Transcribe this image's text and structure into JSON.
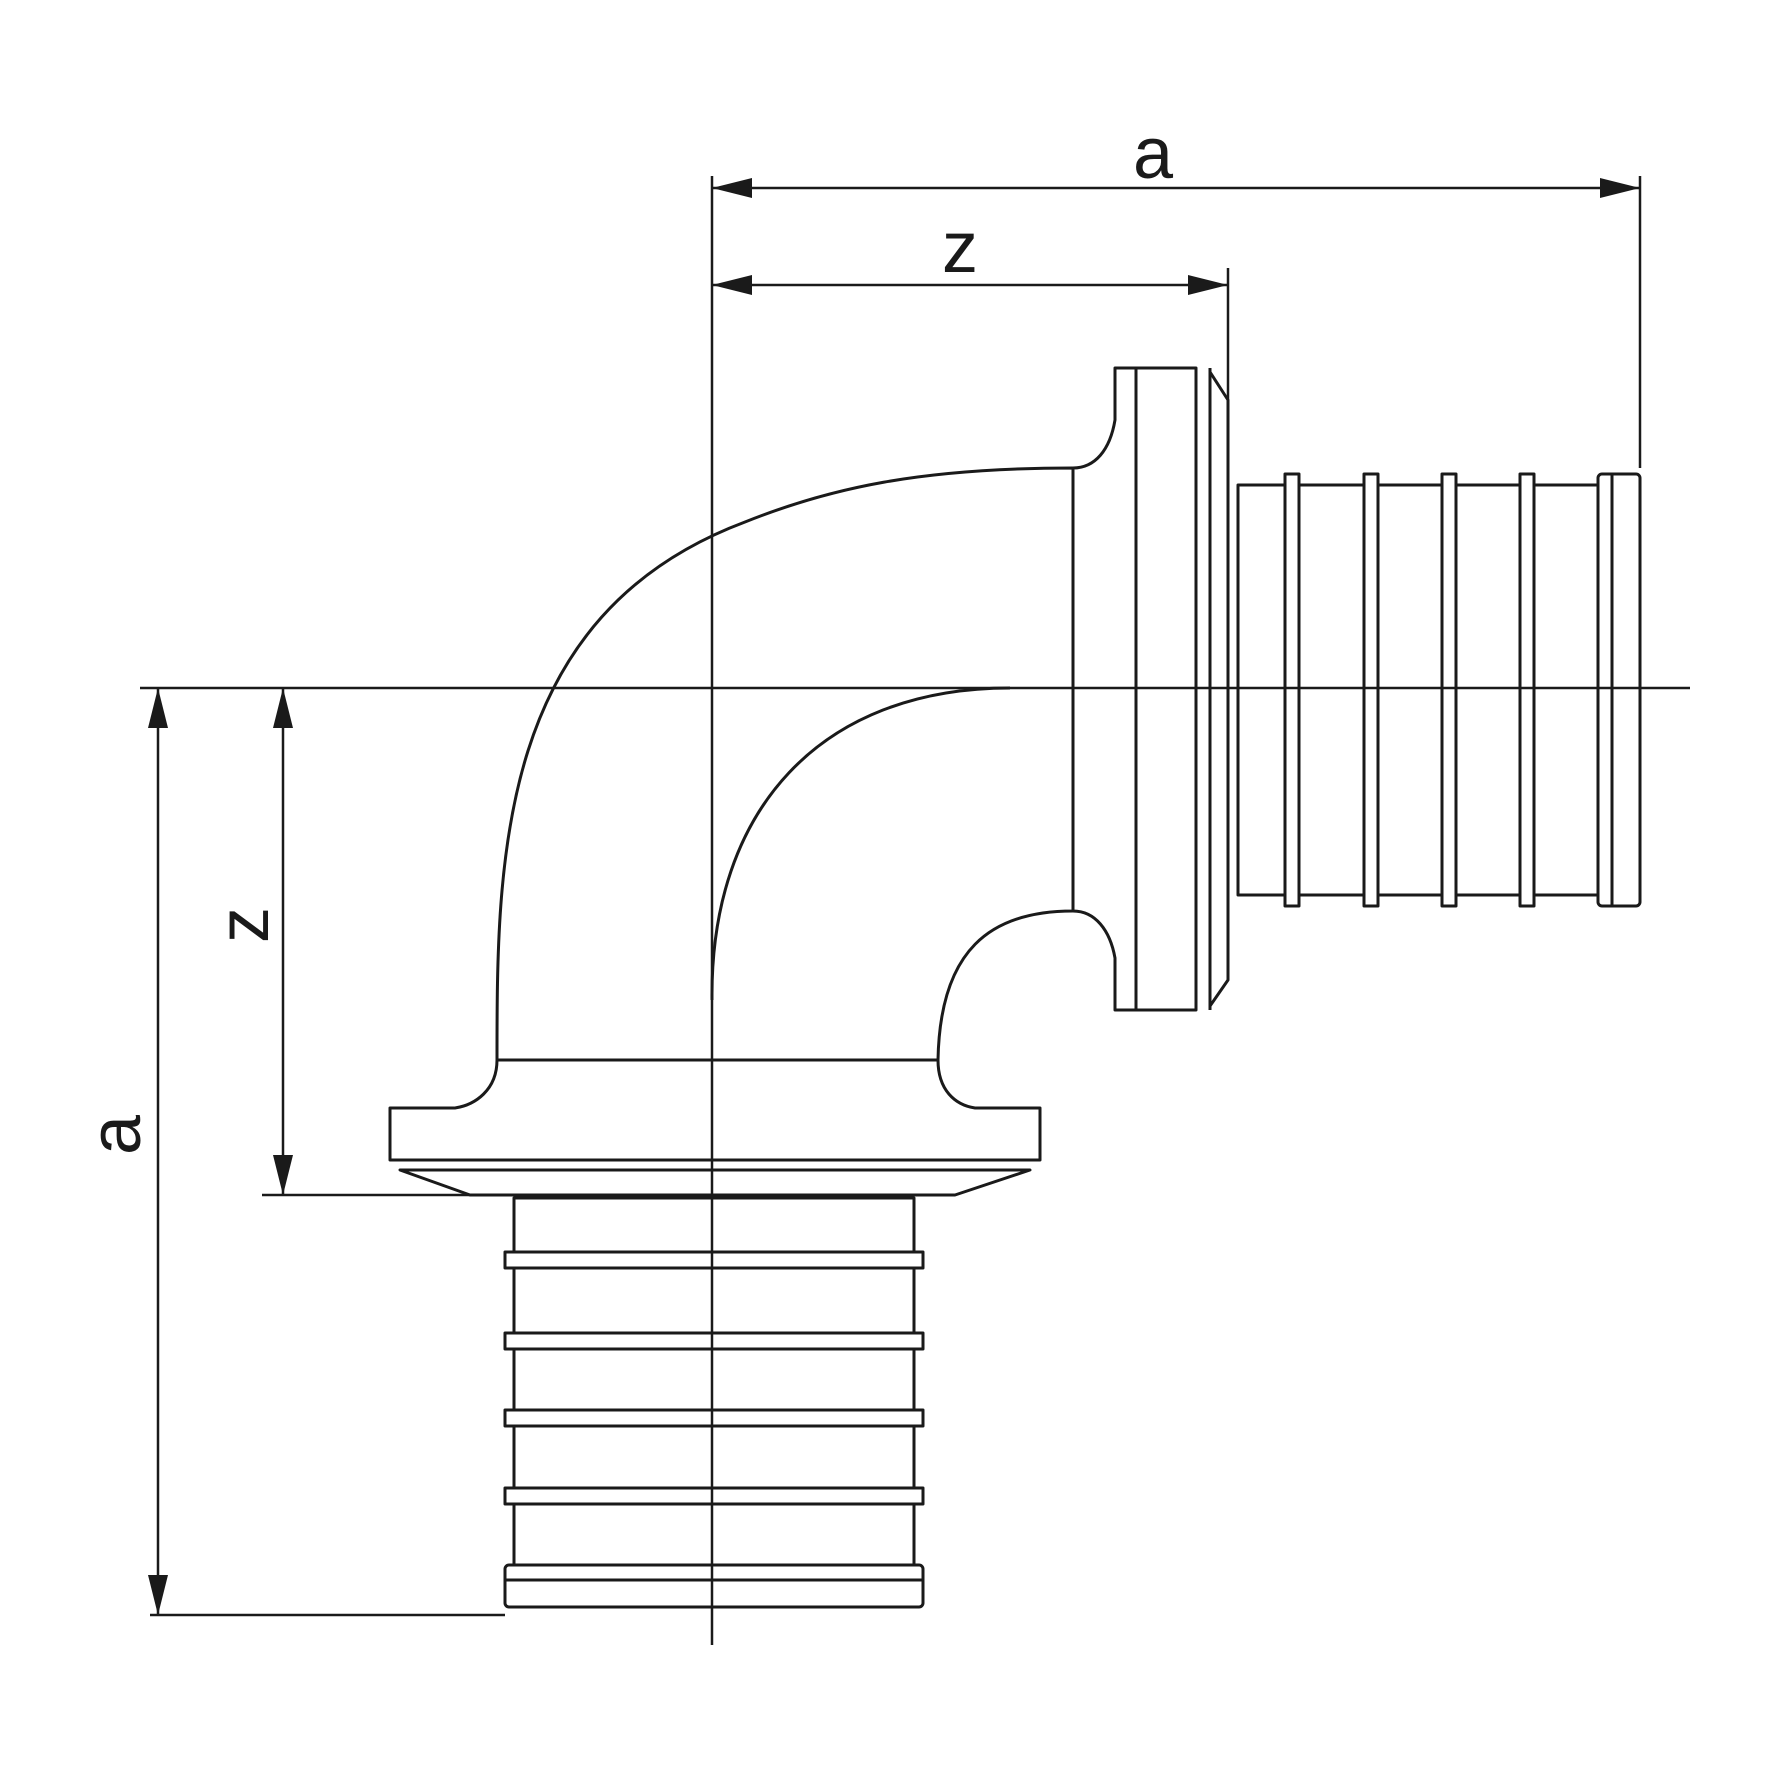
{
  "dimensions": {
    "top_outer": "a",
    "top_inner": "z",
    "left_outer": "a",
    "left_inner": "z"
  }
}
